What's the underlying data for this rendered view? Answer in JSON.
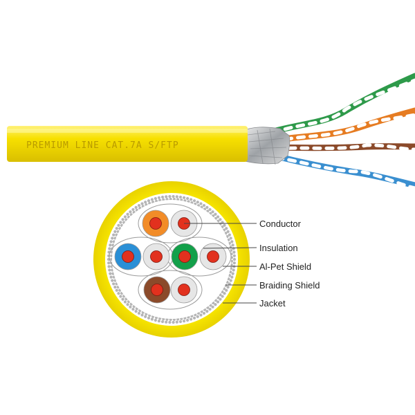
{
  "cable": {
    "jacket_print": "PREMIUM LINE CAT.7A S/FTP",
    "jacket_color": "#f7e000",
    "print_color": "#b89a00",
    "pair_colors": [
      "#2e9a4a",
      "#e67c22",
      "#8b4a2a",
      "#3a8fd0"
    ],
    "stripe_color": "#ffffff",
    "foil_color": "#c7c9cc"
  },
  "cross_section": {
    "jacket_color": "#f7e000",
    "braid_color": "#b5b5b5",
    "pairs": [
      {
        "color": "#f28c28"
      },
      {
        "color": "#2a8fd6"
      },
      {
        "color": "#13a04a"
      },
      {
        "color": "#8b4a2a"
      }
    ],
    "conductor_color": "#e2311e",
    "companion_insulation_color": "#e6e6e6"
  },
  "callouts": [
    {
      "label": "Conductor"
    },
    {
      "label": "Insulation"
    },
    {
      "label": "Al-Pet Shield"
    },
    {
      "label": "Braiding Shield"
    },
    {
      "label": "Jacket"
    }
  ]
}
